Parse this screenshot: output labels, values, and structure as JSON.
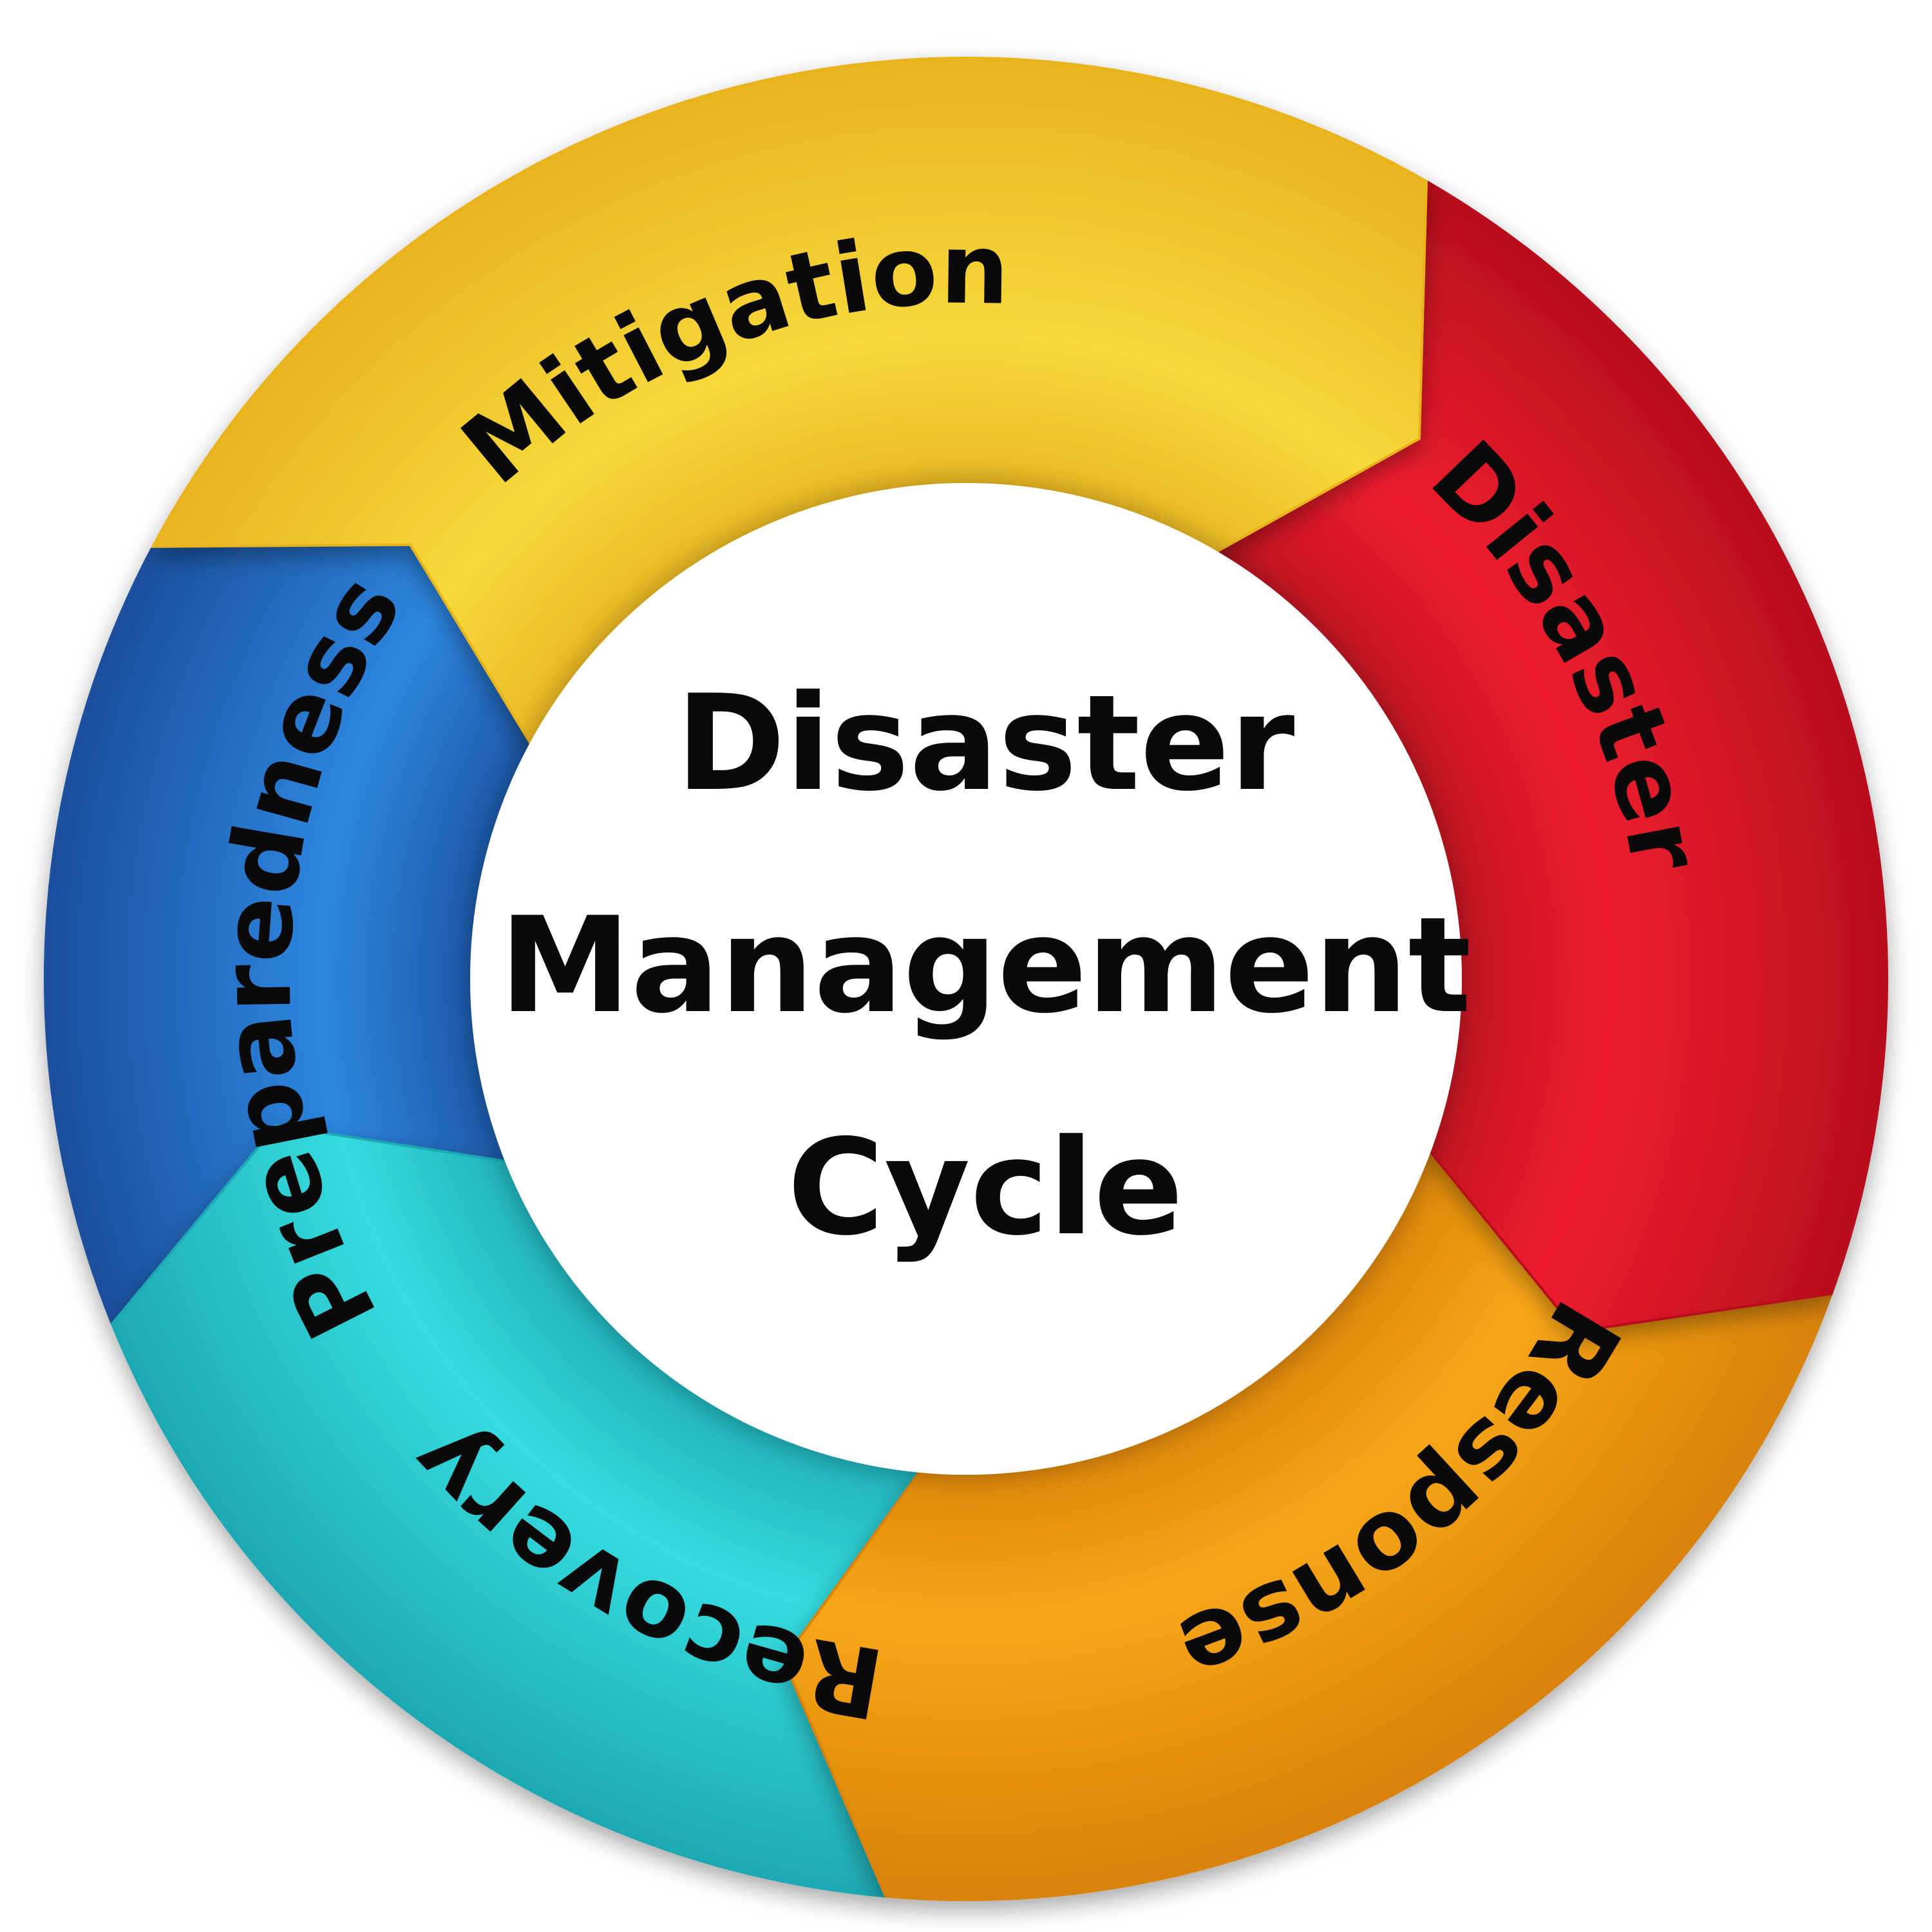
{
  "center": {
    "lines": [
      "Disaster",
      "Management",
      "Cycle"
    ]
  },
  "segments": [
    {
      "label": "Mitigation",
      "color": "#f6d93a",
      "dark": "#e9b31f"
    },
    {
      "label": "Disaster",
      "color": "#ee1e2f",
      "dark": "#b80f1d"
    },
    {
      "label": "Response",
      "color": "#f8a615",
      "dark": "#d9820a"
    },
    {
      "label": "Recovery",
      "color": "#34dcdf",
      "dark": "#1fa9b3"
    },
    {
      "label": "Preparedness",
      "color": "#2d86df",
      "dark": "#1b4f9c"
    }
  ]
}
